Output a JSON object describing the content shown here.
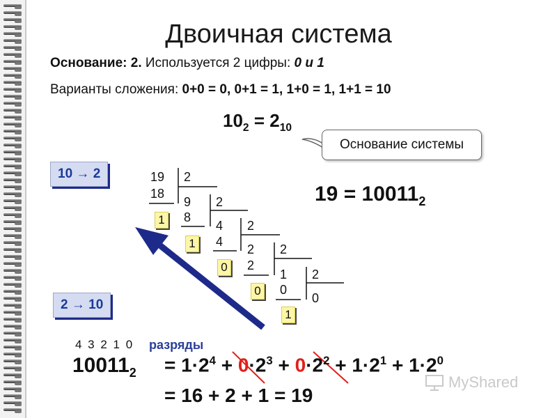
{
  "slide": {
    "title": "Двоичная система",
    "line1": {
      "label": "Основание:",
      "value": "2.",
      "text": "Используется 2 цифры:",
      "digits": "0 и 1"
    },
    "line2": {
      "label": "Варианты сложения:",
      "value": "0+0 = 0, 0+1 = 1, 1+0 = 1, 1+1 = 10"
    },
    "base_equation": {
      "left": "10",
      "left_sub": "2",
      "mid": " = 2",
      "right_sub": "10"
    },
    "callout": "Основание системы",
    "tag_10_to_2": "10 → 2",
    "tag_2_to_10": "2 → 10",
    "result": {
      "text": "19 = 10011",
      "sub": "2"
    },
    "division": {
      "dividends": [
        "19",
        "9",
        "4",
        "2",
        "1"
      ],
      "divisors": [
        "2",
        "2",
        "2",
        "2",
        "2"
      ],
      "products": [
        "18",
        "8",
        "4",
        "2",
        "0"
      ],
      "final_quotient": "0",
      "remainders": [
        "1",
        "1",
        "0",
        "0",
        "1"
      ]
    },
    "positions": "4 3 2 1 0",
    "positions_label": "разряды",
    "number": {
      "text": "10011",
      "sub": "2"
    },
    "expansion": {
      "eq": "= 1·2",
      "e4": "4",
      "p1": " + ",
      "z1": "0",
      "t1": "·2",
      "e3": "3",
      "p2": " + ",
      "z2": "0",
      "t2": "·2",
      "e2": "2",
      "p3": " + 1·2",
      "e1": "1",
      "p4": " + 1·2",
      "e0": "0"
    },
    "sum_line": "= 16 + 2 + 1 = 19",
    "watermark": "MyShared"
  },
  "colors": {
    "tag_bg": "#d5dcf2",
    "tag_text": "#1a3a99",
    "arrow": "#1e2a8a",
    "remainder_bg": "#fdf6a8",
    "strike": "#e0201a"
  }
}
